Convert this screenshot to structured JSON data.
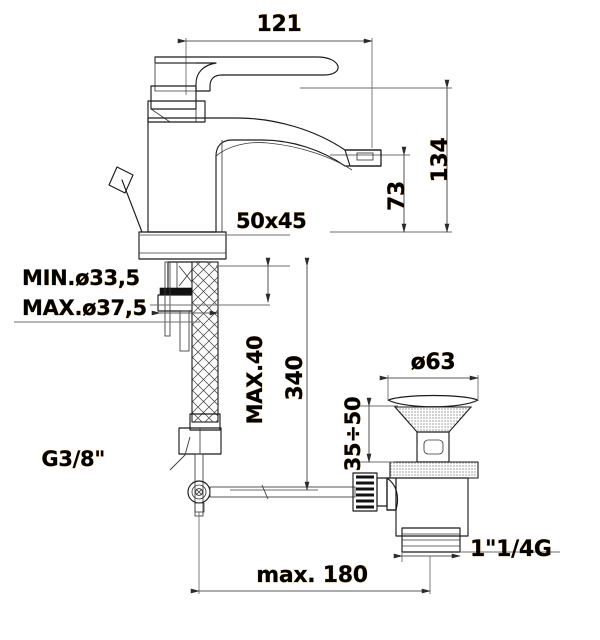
{
  "drawing": {
    "title": "Single-lever basin mixer tap with pop-up waste — dimensioned technical drawing",
    "units": "mm",
    "background_color": "#ffffff",
    "line_color": "#1b1b1b",
    "dimension_line_color": "#5a5a5a",
    "text_color": "#000000",
    "text_halo_color": "#b97a22"
  },
  "dimensions": {
    "spout_reach": {
      "label": "121",
      "orientation": "horizontal",
      "position": "top"
    },
    "total_height": {
      "label": "134",
      "orientation": "vertical",
      "position": "right-outer"
    },
    "spout_height": {
      "label": "73",
      "orientation": "vertical",
      "position": "right-inner"
    },
    "base_footprint": {
      "label": "50x45",
      "orientation": "horizontal",
      "position": "body-base"
    },
    "hole_min": {
      "label": "MIN.ø33,5",
      "orientation": "horizontal",
      "position": "left"
    },
    "hole_max": {
      "label": "MAX.ø37,5",
      "orientation": "horizontal",
      "position": "left"
    },
    "max_deck_thickness": {
      "label": "MAX.40",
      "orientation": "vertical",
      "position": "center-inner"
    },
    "hose_length": {
      "label": "340",
      "orientation": "vertical",
      "position": "center-outer"
    },
    "supply_thread": {
      "label": "G3/8\"",
      "orientation": "leader",
      "position": "left-lower"
    },
    "waste_flange_diameter": {
      "label": "ø63",
      "orientation": "horizontal",
      "position": "waste-top"
    },
    "waste_adjust_range": {
      "label": "35÷50",
      "orientation": "vertical",
      "position": "waste-left"
    },
    "waste_outlet_thread": {
      "label": "1\"1/4G",
      "orientation": "horizontal",
      "position": "waste-bottom"
    },
    "rod_max_distance": {
      "label": "max. 180",
      "orientation": "horizontal",
      "position": "bottom"
    }
  },
  "components": {
    "lever_handle": "lever-handle",
    "spout": "curved-spout",
    "aerator": "aerator-outlet",
    "body": "mixer-body",
    "base_plate": "base-plate",
    "rubber_gasket": "rubber-gasket",
    "mounting_nut": "mounting-nut",
    "flexible_hose": "braided-flexible-hose",
    "hose_connector": "hose-connector-g38",
    "lift_rod": "pop-up-lift-rod",
    "horizontal_rod": "pop-up-horizontal-rod",
    "rod_clamp": "rod-clamp-screw",
    "knurled_nut": "knurled-ball-nut",
    "waste_flange": "waste-flange",
    "waste_stopper": "waste-stopper",
    "waste_body": "waste-body",
    "waste_outlet": "waste-outlet-thread"
  }
}
